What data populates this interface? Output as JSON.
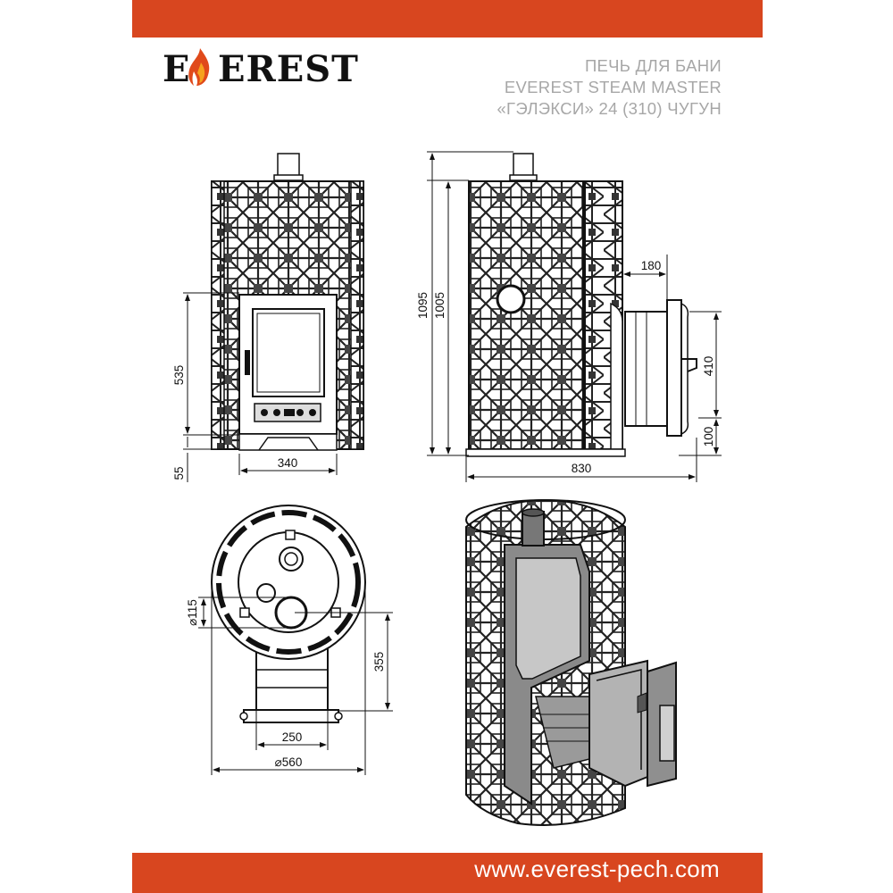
{
  "brand": {
    "logo_first": "E",
    "logo_rest": "EREST",
    "accent_color": "#d8461f"
  },
  "title": {
    "line1": "ПЕЧЬ ДЛЯ БАНИ",
    "line2": "EVEREST STEAM MASTER",
    "line3": "«ГЭЛЭКСИ» 24 (310) ЧУГУН"
  },
  "footer": {
    "url": "www.everest-pech.com"
  },
  "dimensions": {
    "front_height_door": "535",
    "front_height_base": "55",
    "front_width_door": "340",
    "side_height_total": "1095",
    "side_height_body": "1005",
    "side_tunnel_offset": "180",
    "side_tunnel_height": "410",
    "side_tunnel_base": "100",
    "side_total_length": "830",
    "top_flue_diameter": "⌀115",
    "top_tunnel_depth": "355",
    "top_tunnel_width": "250",
    "top_diameter": "⌀560"
  }
}
